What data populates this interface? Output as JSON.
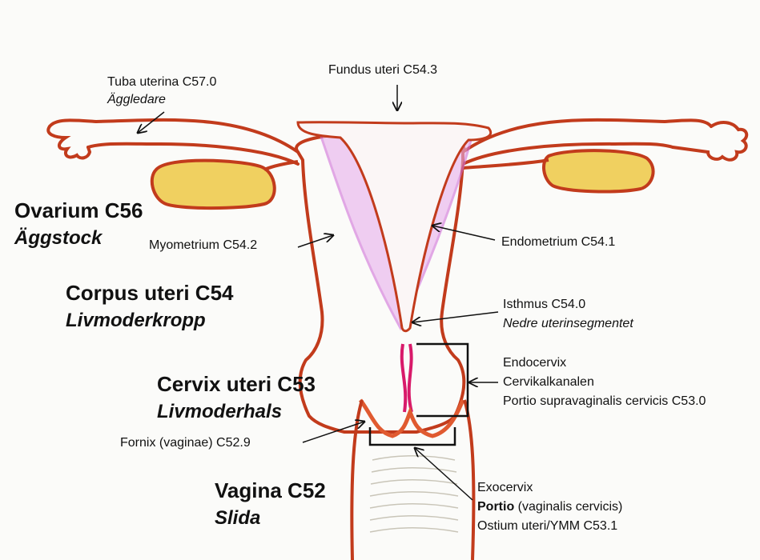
{
  "colors": {
    "outline": "#c23b1c",
    "ovary": "#f0d060",
    "endometrium": "#d070d8",
    "canal": "#d81a6a",
    "ink": "#111111"
  },
  "labels": {
    "fundus": "Fundus uteri C54.3",
    "tuba": "Tuba uterina C57.0",
    "tuba_sv": "Äggledare",
    "ovarium": "Ovarium C56",
    "ovarium_sv": "Äggstock",
    "myometrium": "Myometrium C54.2",
    "endometrium": "Endometrium C54.1",
    "corpus": "Corpus uteri C54",
    "corpus_sv": "Livmoderkropp",
    "isthmus": "Isthmus C54.0",
    "isthmus_sv": "Nedre uterinsegmentet",
    "endocervix": "Endocervix",
    "cervikalkanalen": "Cervikalkanalen",
    "portio_supra": "Portio supravaginalis cervicis C53.0",
    "cervix": "Cervix uteri C53",
    "cervix_sv": "Livmoderhals",
    "fornix": "Fornix (vaginae) C52.9",
    "vagina": "Vagina C52",
    "vagina_sv": "Slida",
    "exocervix": "Exocervix",
    "portio_bold": "Portio",
    "portio_rest": " (vaginalis cervicis)",
    "ostium": "Ostium uteri/YMM C53.1"
  }
}
